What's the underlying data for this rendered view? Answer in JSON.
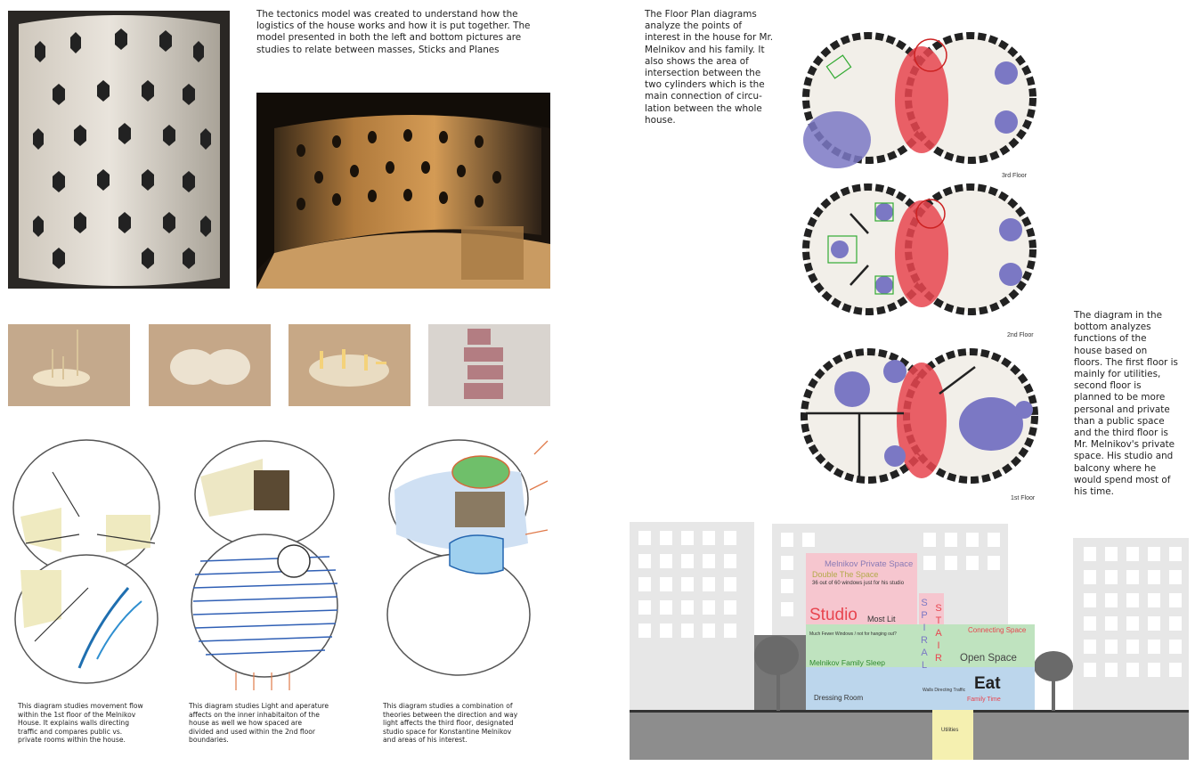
{
  "left": {
    "intro_text": "The tectonics model was created to understand how the\nlogistics of the house works and how it is put together. The\nmodel presented in both the left and bottom pictures are\nstudies to relate between masses, Sticks and Planes",
    "captions": [
      "This diagram studies movement flow\nwithin the 1st floor of the Melnikov\nHouse. It explains walls directing\ntraffic and compares public vs.\nprivate rooms within the house.",
      "This diagram studies Light and aperature\naffects on the inner inhabitaiton of the\nhouse as well we how spaced are\ndivided and used within the 2nd floor\nboundaries.",
      "This diagram studies a combination of\ntheories between the direction and way\nlight affects the third floor, designated\nstudio space for Konstantine Melnikov\nand areas of his interest."
    ]
  },
  "right": {
    "floorplan_text": "The Floor Plan diagrams\nanalyze the points of\ninterest in the house for Mr.\nMelnikov and his family. It\nalso shows the area of\nintersection between the\ntwo cylinders which is the\nmain connection of circu-\nlation between the whole\nhouse.",
    "functions_text": "The diagram in the\nbottom analyzes\nfunctions of the\nhouse based on\nfloors. The first floor is\nmainly for utilities,\nsecond floor is\nplanned to be more\npersonal and private\nthan a public space\nand the third floor is\nMr. Melnikov's private\nspace. His studio and\nbalcony where he\nwould spend most of\nhis time.",
    "floor_labels": [
      "3rd Floor",
      "2nd Floor",
      "1st Floor"
    ]
  },
  "section": {
    "private_space": "Melnikov Private Space",
    "double_space": "Double The Space",
    "windows_note": "36 out of 60 windows just for his studio",
    "studio": "Studio",
    "most_lit": "Most Lit",
    "spiral": [
      "S",
      "P",
      "I",
      "R",
      "A",
      "L"
    ],
    "stair": [
      "S",
      "T",
      "A",
      "I",
      "R"
    ],
    "connecting": "Connecting Space",
    "fewer_windows": "Much Fewer Windows / not for hanging out?",
    "family_sleep": "Melnikov Family Sleep",
    "open_space": "Open Space",
    "dressing": "Dressing Room",
    "walls_traffic": "Walls Directing Traffic",
    "eat": "Eat",
    "family_time": "Family Time",
    "utilities": "Utilities"
  },
  "colors": {
    "red": "#e8454f",
    "pink": "#f6c6cf",
    "green_band": "#bfe3bf",
    "blue_band": "#bcd6ec",
    "purple": "#7b78c4",
    "utilities": "#f5f0b0"
  }
}
